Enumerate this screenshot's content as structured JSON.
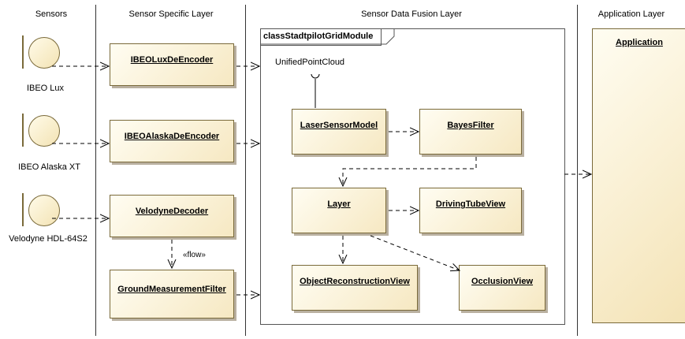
{
  "lanes": {
    "sensors": "Sensors",
    "sensor_specific": "Sensor Specific Layer",
    "fusion": "Sensor Data Fusion Layer",
    "application": "Application Layer"
  },
  "sensors": [
    {
      "label": "IBEO Lux"
    },
    {
      "label": "IBEO Alaska XT"
    },
    {
      "label": "Velodyne HDL-64S2"
    }
  ],
  "components": {
    "lux_encoder": "IBEOLuxDeEncoder",
    "alaska_encoder": "IBEOAlaskaDeEncoder",
    "velodyne_decoder": "VelodyneDecoder",
    "ground_filter": "GroundMeasurementFilter",
    "laser_model": "LaserSensorModel",
    "bayes_filter": "BayesFilter",
    "layer": "Layer",
    "driving_tube": "DrivingTubeView",
    "object_recon": "ObjectReconstructionView",
    "occlusion": "OcclusionView",
    "application": "Application"
  },
  "module": {
    "title": "classStadtpilotGridModule",
    "interface": "UnifiedPointCloud"
  },
  "flow_label": "«flow»"
}
